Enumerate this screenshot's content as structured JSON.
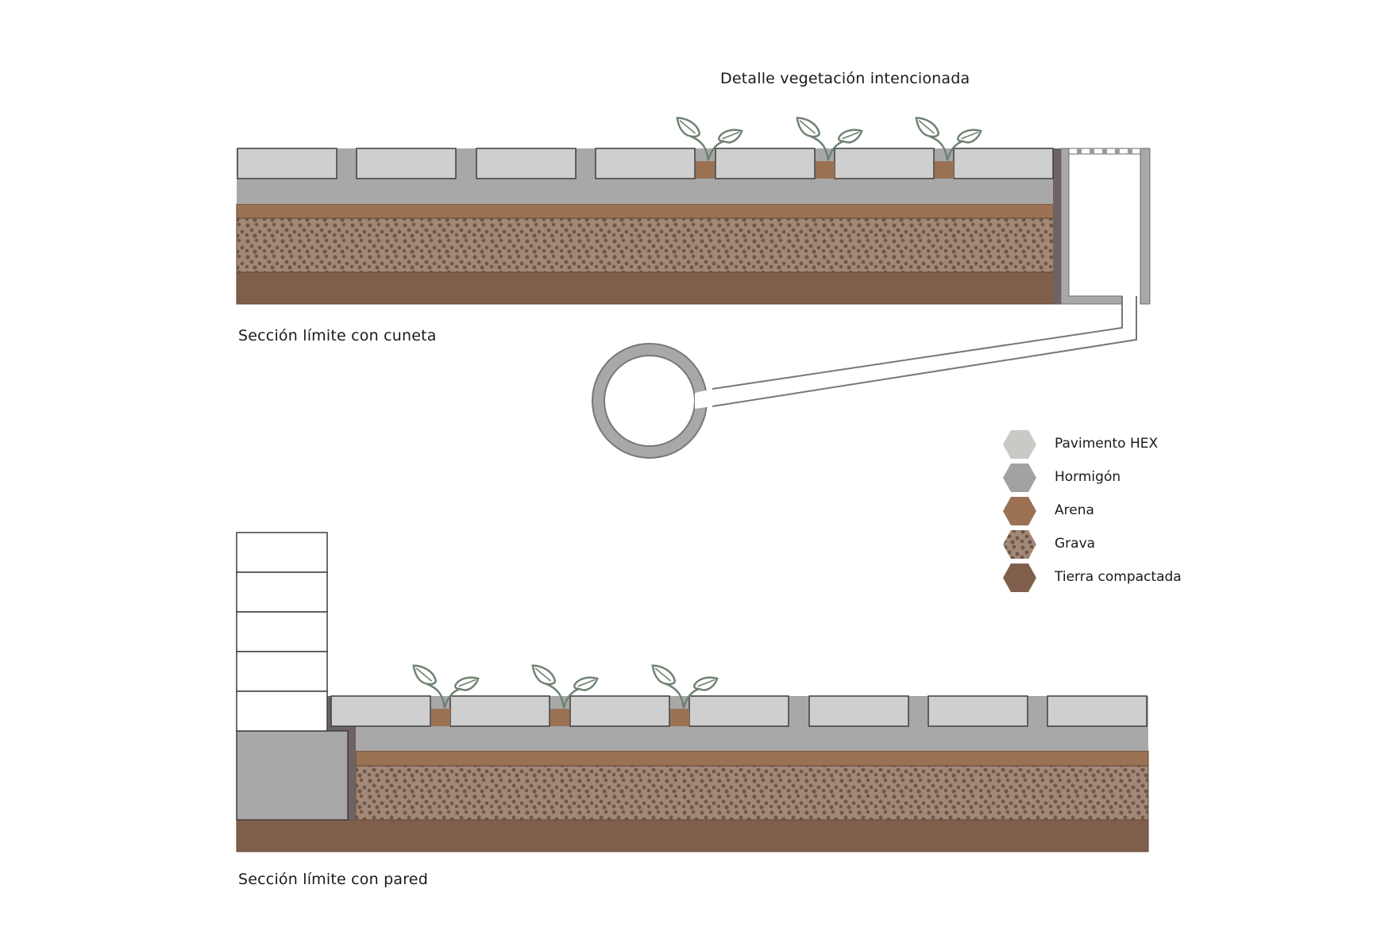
{
  "titles": {
    "detail": "Detalle vegetación intencionada",
    "section_gutter": "Sección límite con cuneta",
    "section_wall": "Sección límite con pared"
  },
  "legend": [
    {
      "label": "Pavimento HEX",
      "color": "#c9cac6",
      "pattern": "solid"
    },
    {
      "label": "Hormigón",
      "color": "#a2a2a2",
      "pattern": "solid"
    },
    {
      "label": "Arena",
      "color": "#9a7253",
      "pattern": "solid"
    },
    {
      "label": "Grava",
      "color": "#a38878",
      "pattern": "dots"
    },
    {
      "label": "Tierra compactada",
      "color": "#7f5f4b",
      "pattern": "solid"
    }
  ],
  "colors": {
    "paver": "#cfcfcf",
    "concrete": "#a8a8a8",
    "sand": "#9a7253",
    "gravel": "#a38878",
    "gravel_dot": "#6e5848",
    "soil": "#7f5f4b",
    "plant": "#6f8272",
    "outline": "#3f3f3f"
  }
}
